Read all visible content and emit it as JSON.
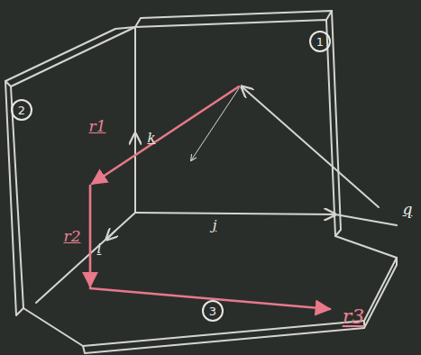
{
  "diagram": {
    "nodes": [
      {
        "text": [
          "1"
        ]
      },
      {
        "text": [
          "2"
        ]
      },
      {
        "text": [
          "3"
        ]
      }
    ],
    "labels": [
      "r1",
      "k",
      "r2",
      "i",
      "j",
      "q",
      "r3"
    ]
  }
}
